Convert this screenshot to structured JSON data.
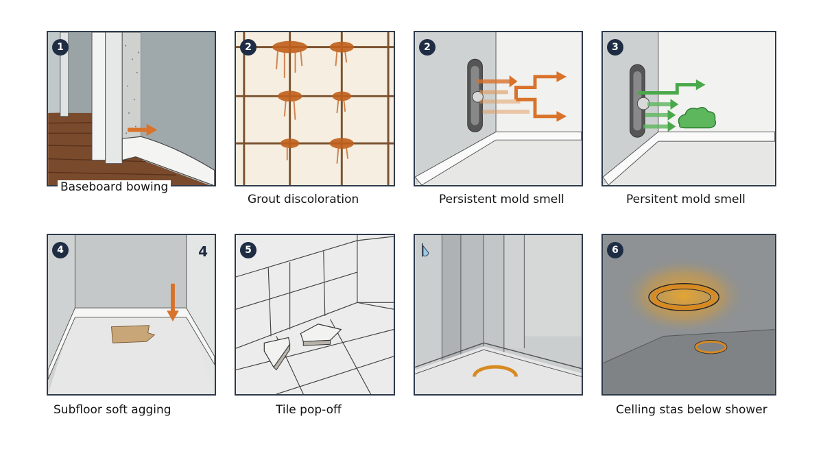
{
  "panels": [
    {
      "badge": "1",
      "caption": "Baseboard bowing"
    },
    {
      "badge": "2",
      "caption": "Grout discoloration"
    },
    {
      "badge": "2",
      "caption": "Persistent mold smell"
    },
    {
      "badge": "3",
      "caption": "Persitent mold smell"
    },
    {
      "badge": "4",
      "badge_right": "4",
      "caption": "Subfloor soft agging"
    },
    {
      "badge": "5",
      "caption": "Tile pop-off"
    },
    {
      "badge": "",
      "caption": ""
    },
    {
      "badge": "6",
      "caption": "Celling stas below shower"
    }
  ],
  "colors": {
    "frame": "#2e3a4c",
    "orange_arrow": "#d9722a",
    "green_arrow": "#4aa84a",
    "rust": "#c0601c",
    "stain": "#e3a23a"
  },
  "icons": {
    "p1": "arrow-right-icon",
    "p3": "airflow-arrows-icon",
    "p4": "airflow-arrows-icon",
    "p4_cloud": "mold-cloud-icon",
    "p5": "arrow-down-icon",
    "p7": "water-drop-icon"
  }
}
